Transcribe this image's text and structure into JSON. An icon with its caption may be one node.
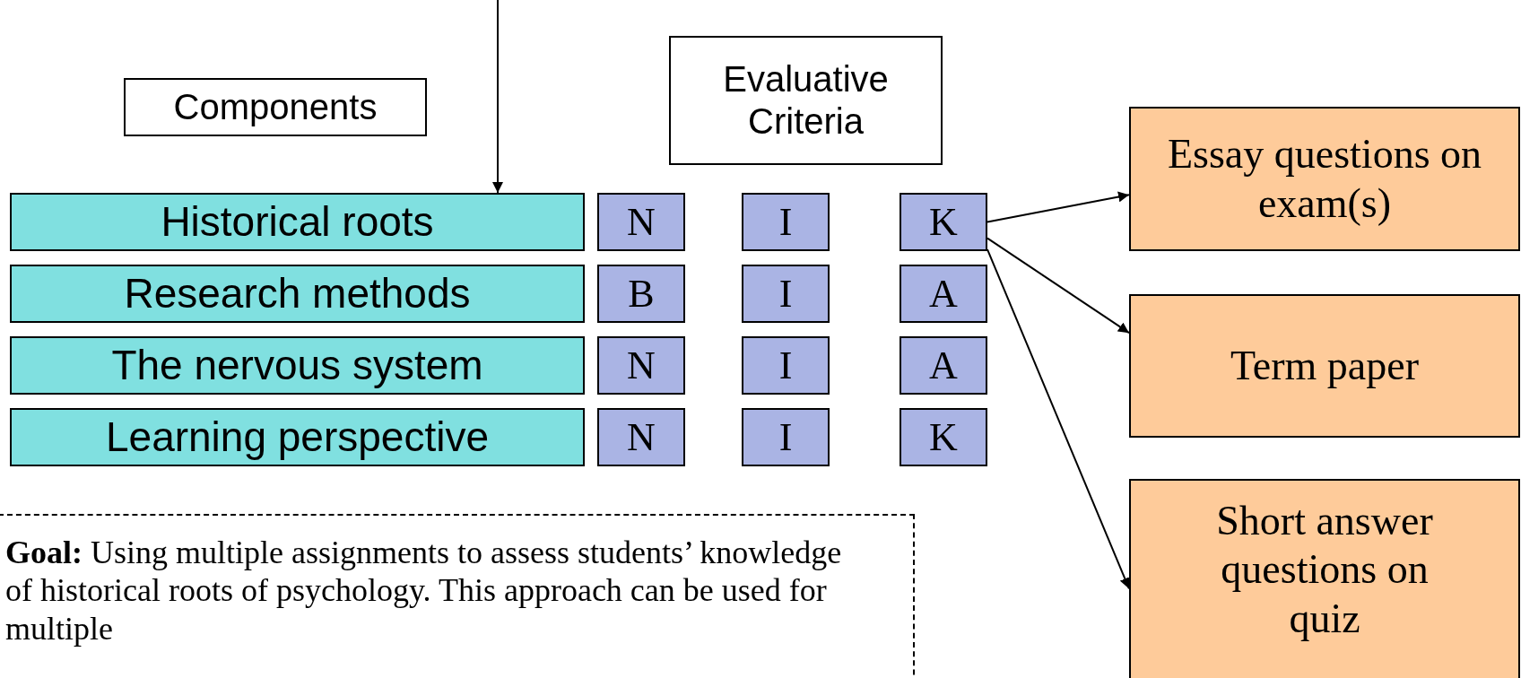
{
  "diagram": {
    "nodes": [
      {
        "text": [
          "Components"
        ]
      },
      {
        "text": [
          "Evaluative Criteria"
        ]
      },
      {
        "text": [
          "Historical roots"
        ]
      },
      {
        "text": [
          "Research methods"
        ]
      },
      {
        "text": [
          "The nervous system"
        ]
      },
      {
        "text": [
          "Learning perspective"
        ]
      },
      {
        "text": [
          "N"
        ]
      },
      {
        "text": [
          "I"
        ]
      },
      {
        "text": [
          "K"
        ]
      },
      {
        "text": [
          "B"
        ]
      },
      {
        "text": [
          "I"
        ]
      },
      {
        "text": [
          "A"
        ]
      },
      {
        "text": [
          "N"
        ]
      },
      {
        "text": [
          "I"
        ]
      },
      {
        "text": [
          "A"
        ]
      },
      {
        "text": [
          "N"
        ]
      },
      {
        "text": [
          "I"
        ]
      },
      {
        "text": [
          "K"
        ]
      },
      {
        "text": [
          "Essay questions on exam(s)"
        ]
      },
      {
        "text": [
          "Term paper"
        ]
      },
      {
        "text": [
          "Short answer questions on quiz"
        ]
      },
      {
        "text": [
          "**Goal:**  Using multiple assignments to assess students’ knowledge of historical roots of psychology.  This approach can be used for multiple"
        ]
      }
    ],
    "edges": [
      {
        "from": null,
        "to": 2,
        "arrow": "to"
      },
      {
        "from": 8,
        "to": 18,
        "arrow": "to"
      },
      {
        "from": 8,
        "to": 19,
        "arrow": "to"
      },
      {
        "from": 8,
        "to": 20,
        "arrow": "to"
      }
    ]
  }
}
